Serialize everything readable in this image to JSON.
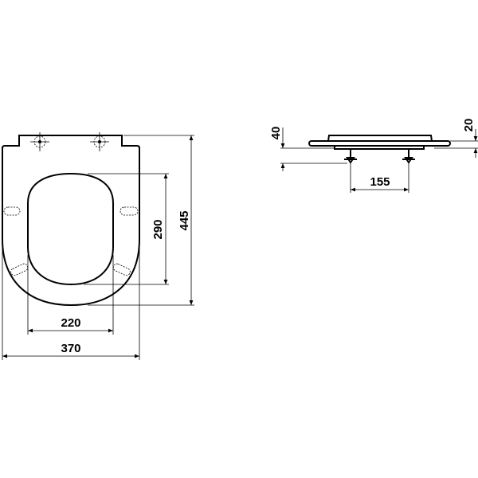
{
  "top_view": {
    "dimensions": {
      "overall_width": "370",
      "opening_width": "220",
      "opening_length": "290",
      "overall_length": "445"
    }
  },
  "side_view": {
    "dimensions": {
      "total_height": "40",
      "seat_height": "20",
      "hinge_spacing": "155"
    }
  },
  "colors": {
    "line": "#000000",
    "background": "#ffffff"
  }
}
